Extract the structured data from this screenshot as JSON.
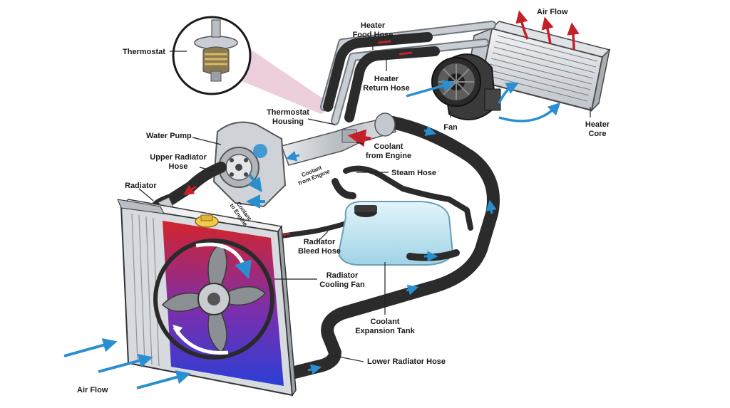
{
  "labels": {
    "thermostat": "Thermostat",
    "heater_food_hose_1": "Heater",
    "heater_food_hose_2": "Food Hose",
    "air_flow_top": "Air Flow",
    "heater_return_hose_1": "Heater",
    "heater_return_hose_2": "Return Hose",
    "thermostat_housing_1": "Thermostat",
    "thermostat_housing_2": "Housing",
    "fan": "Fan",
    "heater_core_1": "Heater",
    "heater_core_2": "Core",
    "water_pump": "Water Pump",
    "coolant_from_engine_1": "Coolant",
    "coolant_from_engine_2": "from Engine",
    "upper_radiator_hose_1": "Upper Radiator",
    "upper_radiator_hose_2": "Hose",
    "steam_hose": "Steam Hose",
    "radiator": "Radiator",
    "coolant_from_engine_small_1": "Coolant",
    "coolant_from_engine_small_2": "from Engine",
    "coolant_to_engine_1": "Coolant",
    "coolant_to_engine_2": "to Engine",
    "radiator_bleed_hose_1": "Radiator",
    "radiator_bleed_hose_2": "Bleed Hose",
    "radiator_cooling_fan_1": "Radiator",
    "radiator_cooling_fan_2": "Cooling Fan",
    "coolant_expansion_tank_1": "Coolant",
    "coolant_expansion_tank_2": "Expansion Tank",
    "lower_radiator_hose": "Lower Radiator Hose",
    "air_flow_bottom": "Air Flow"
  },
  "colors": {
    "hot": "#d3242b",
    "cold": "#2b3fd6",
    "flow_arrow": "#2a8fd0",
    "hose": "#2b2b2b",
    "tank": "#bfe6f2",
    "thermostat_bubble": "#e9c6d6"
  }
}
